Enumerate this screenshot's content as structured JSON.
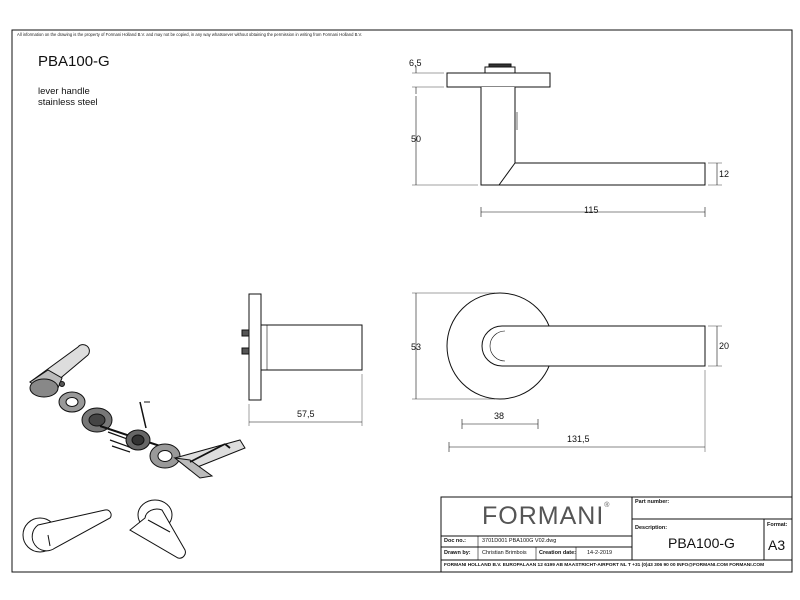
{
  "sheet": {
    "notice": "All information on the drawing is the property of Formani Holland B.V. and may not be copied, in any way whatsoever without obtaining the permission in writing from Formani Holland B.V.",
    "product_code": "PBA100-G",
    "description_lines": [
      "lever handle",
      "stainless steel"
    ]
  },
  "dimensions": {
    "rose_thickness": "6,5",
    "height": "50",
    "lever_thickness": "12",
    "lever_length": "115",
    "side_depth": "57,5",
    "rose_diameter": "53",
    "lever_width": "20",
    "offset": "38",
    "overall_length": "131,5"
  },
  "title_block": {
    "brand": "FORMANI",
    "brand_mark": "®",
    "part_number_label": "Part number:",
    "description_label": "Description:",
    "description_value": "PBA100-G",
    "format_label": "Format:",
    "format_value": "A3",
    "doc_no_label": "Doc no.:",
    "doc_no_value": "3701D001 PBA100G V02.dwg",
    "drawn_by_label": "Drawn by:",
    "drawn_by_value": "Christian Brimbois",
    "creation_date_label": "Creation date:",
    "creation_date_value": "14-2-2019",
    "footer": "FORMANI HOLLAND B.V.  EUROPALAAN 12  6199 AB MAASTRICHT-AIRPORT NL  T +31 (0)43 306 90 00 INFO@FORMANI.COM FORMANI.COM"
  },
  "colors": {
    "line": "#111111",
    "background": "#ffffff"
  }
}
